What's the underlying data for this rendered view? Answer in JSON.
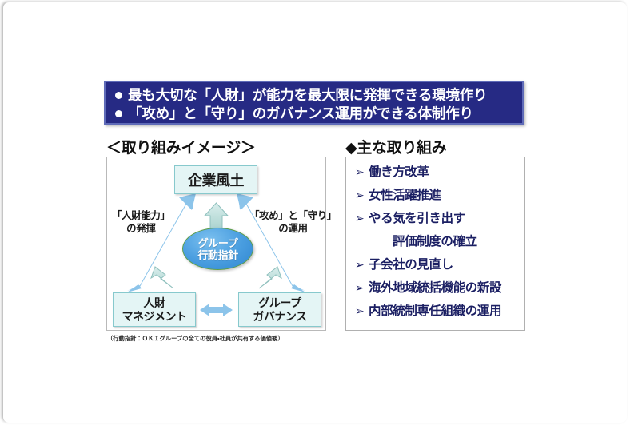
{
  "banner": {
    "bullet_glyph": "●",
    "lines": [
      "最も大切な「人財」が能力を最大限に発揮できる環境作り",
      "「攻め」と「守り」のガバナンス運用ができる体制作り"
    ],
    "background_color": "#262a84",
    "border_color": "#5f6bb8",
    "text_color": "#ffffff"
  },
  "left_section": {
    "heading": "＜取り組みイメージ＞",
    "diagram": {
      "top_node": "企業風土",
      "center_node_line1": "グループ",
      "center_node_line2": "行動指針",
      "bottom_left_line1": "人財",
      "bottom_left_line2": "マネジメント",
      "bottom_right_line1": "グループ",
      "bottom_right_line2": "ガバナンス",
      "annotation_left_line1": "「人財能力」",
      "annotation_left_line2": "の発揮",
      "annotation_right_line1": "「攻め」と「守り」",
      "annotation_right_line2": "の運用",
      "node_fill_color": "#e4f5f5",
      "node_border_color": "#87c9cd",
      "ellipse_fill_color": "#4a9ee0",
      "ellipse_border_color": "#5f9e4a",
      "arrow_blue_color": "#8cc4ea",
      "arrow_teal_color": "#bfe0de"
    },
    "footnote": "（行動指針：ＯＫＩグループの全ての役員・社員が共有する価値観）"
  },
  "right_section": {
    "heading": "◆主な取り組み",
    "chevron_glyph": "➢",
    "items": [
      {
        "label": "働き方改革",
        "continuation": false
      },
      {
        "label": "女性活躍推進",
        "continuation": false
      },
      {
        "label": "やる気を引き出す",
        "continuation": false
      },
      {
        "label": "評価制度の確立",
        "continuation": true
      },
      {
        "label": "子会社の見直し",
        "continuation": false
      },
      {
        "label": "海外地域統括機能の新設",
        "continuation": false
      },
      {
        "label": "内部統制専任組織の運用",
        "continuation": false
      }
    ],
    "text_color": "#1b1f63"
  }
}
